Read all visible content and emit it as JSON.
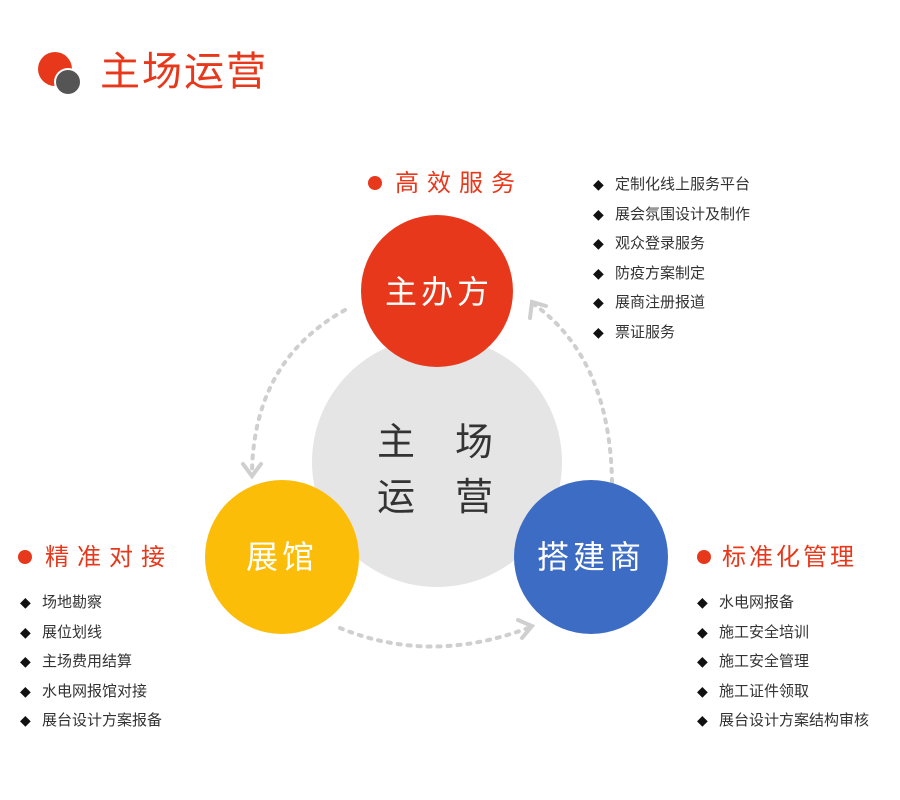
{
  "header": {
    "title": "主场运营"
  },
  "center": {
    "line1": "主 场",
    "line2": "运 营"
  },
  "nodes": {
    "top": {
      "label": "主办方",
      "category": "高效服务",
      "items": [
        "定制化线上服务平台",
        "展会氛围设计及制作",
        "观众登录服务",
        "防疫方案制定",
        "展商注册报道",
        "票证服务"
      ]
    },
    "left": {
      "label": "展馆",
      "category": "精准对接",
      "items": [
        "场地勘察",
        "展位划线",
        "主场费用结算",
        "水电网报馆对接",
        "展台设计方案报备"
      ]
    },
    "right": {
      "label": "搭建商",
      "category": "标准化管理",
      "items": [
        "水电网报备",
        "施工安全培训",
        "施工安全管理",
        "施工证件领取",
        "展台设计方案结构审核"
      ]
    }
  },
  "colors": {
    "accent": "#e8381b",
    "top_circle": "#e8381b",
    "left_circle": "#fbbd08",
    "right_circle": "#3d6cc4",
    "center_circle": "#e5e5e5",
    "logo_dark": "#555555",
    "arrow": "#cfcfcf"
  },
  "icons": {
    "logo": "logo-icon",
    "bullet": "diamond-bullet-icon",
    "category_dot": "dot-icon"
  }
}
